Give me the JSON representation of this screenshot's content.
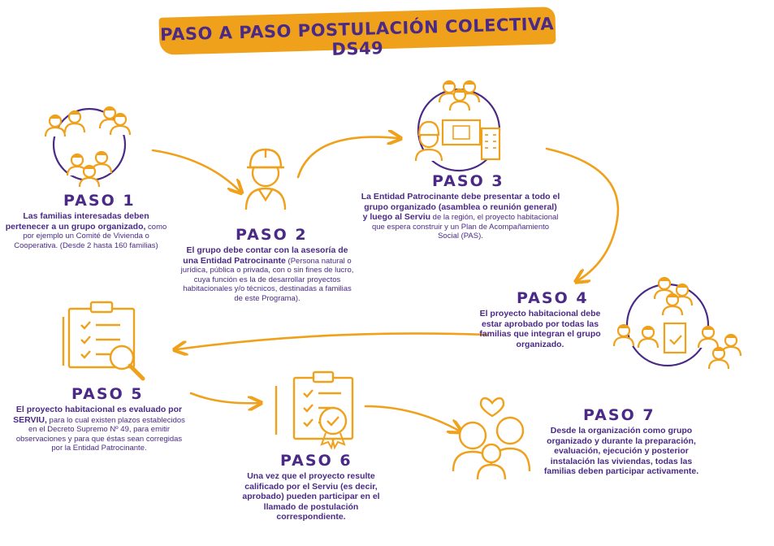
{
  "title": "PASO A PASO POSTULACIÓN COLECTIVA DS49",
  "colors": {
    "purple": "#4a2a86",
    "orange": "#f0a11c",
    "paper": "#ffffff"
  },
  "steps": [
    {
      "id": 1,
      "title": "PASO 1",
      "bold": "Las familias interesadas deben pertenecer a un grupo organizado,",
      "text": " como por ejemplo un Comité de Vivienda o Cooperativa. (Desde 2 hasta 160 familias)",
      "icon": "family-group-icon"
    },
    {
      "id": 2,
      "title": "PASO 2",
      "bold": "El grupo debe contar con la asesoría de una Entidad Patrocinante",
      "text": " (Persona natural o jurídica, pública o privada, con o sin fines de lucro, cuya función es la de desarrollar proyectos habitacionales y/o técnicos, destinadas a familias de este Programa).",
      "icon": "construction-worker-icon"
    },
    {
      "id": 3,
      "title": "PASO 3",
      "bold": "La Entidad Patrocinante debe presentar a todo el grupo organizado (asamblea o reunión general) y luego al Serviu",
      "text": " de la región, el proyecto habitacional que espera construir y un Plan de Acompañamiento Social (PAS).",
      "icon": "project-presentation-icon"
    },
    {
      "id": 4,
      "title": "PASO 4",
      "bold": "El proyecto habitacional debe estar aprobado por todas las familias que integran el grupo organizado.",
      "text": "",
      "icon": "families-approval-icon"
    },
    {
      "id": 5,
      "title": "PASO 5",
      "bold": "El proyecto habitacional es evaluado por SERVIU,",
      "text": " para lo cual existen plazos establecidos en el Decreto Supremo Nº 49, para emitir observaciones y para que éstas sean corregidas por la Entidad Patrocinante.",
      "icon": "checklist-magnifier-icon"
    },
    {
      "id": 6,
      "title": "PASO 6",
      "bold": "Una vez que el proyecto resulte calificado por el Serviu (es decir, aprobado) pueden participar en el llamado de postulación correspondiente.",
      "text": "",
      "icon": "approved-checklist-icon"
    },
    {
      "id": 7,
      "title": "PASO 7",
      "bold": "Desde la organización como grupo organizado y durante la preparación, evaluación, ejecución y posterior instalación las viviendas, todas las familias deben participar activamente.",
      "text": "",
      "icon": "family-heart-icon"
    }
  ]
}
